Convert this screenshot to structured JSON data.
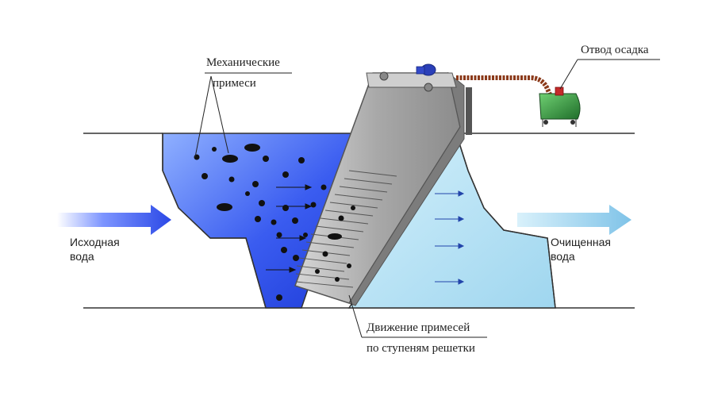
{
  "labels": {
    "impurities_line1": "Механические",
    "impurities_line2": "примеси",
    "sludge_outlet": "Отвод осадка",
    "inlet_line1": "Исходная",
    "inlet_line2": "вода",
    "outlet_line1": "Очищенная",
    "outlet_line2": "вода",
    "movement_line1": "Движение примесей",
    "movement_line2": "по ступеням решетки"
  },
  "colors": {
    "dirty_water": "#2f4fe8",
    "clean_water": "#aee0f5",
    "screen_body": "#b8b8b8",
    "bin": "#2e8b3a",
    "pipe": "#8b3a1a"
  }
}
